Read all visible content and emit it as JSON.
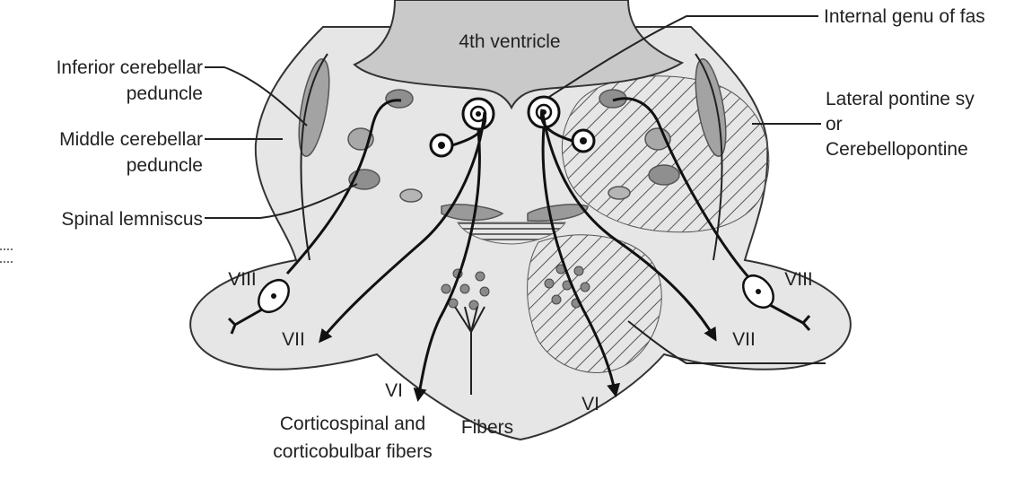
{
  "labels": {
    "ventricle": "4th ventricle",
    "inferior_cerebellar_1": "Inferior cerebellar",
    "inferior_cerebellar_2": "peduncle",
    "middle_cerebellar_1": "Middle cerebellar",
    "middle_cerebellar_2": "peduncle",
    "spinal_lemniscus": "Spinal lemniscus",
    "internal_genu": "Internal genu of fas",
    "lateral_pontine_1": "Lateral  pontine  sy",
    "lateral_pontine_2": "or",
    "lateral_pontine_3": "Cerebellopontine",
    "corticospinal_1": "Corticospinal and",
    "corticospinal_2": "corticobulbar fibers",
    "fibers": "Fibers"
  },
  "nerves": {
    "viii_left": "VIII",
    "viii_right": "VIII",
    "vii_left": "VII",
    "vii_right": "VII",
    "vi_left": "VI",
    "vi_right": "VI"
  },
  "colors": {
    "pons_fill": "#e6e6e6",
    "ventricle_fill": "#c9c9c9",
    "nucleus_fill": "#8f8f8f",
    "peduncle_fill": "#a3a3a3",
    "outline": "#333333"
  }
}
